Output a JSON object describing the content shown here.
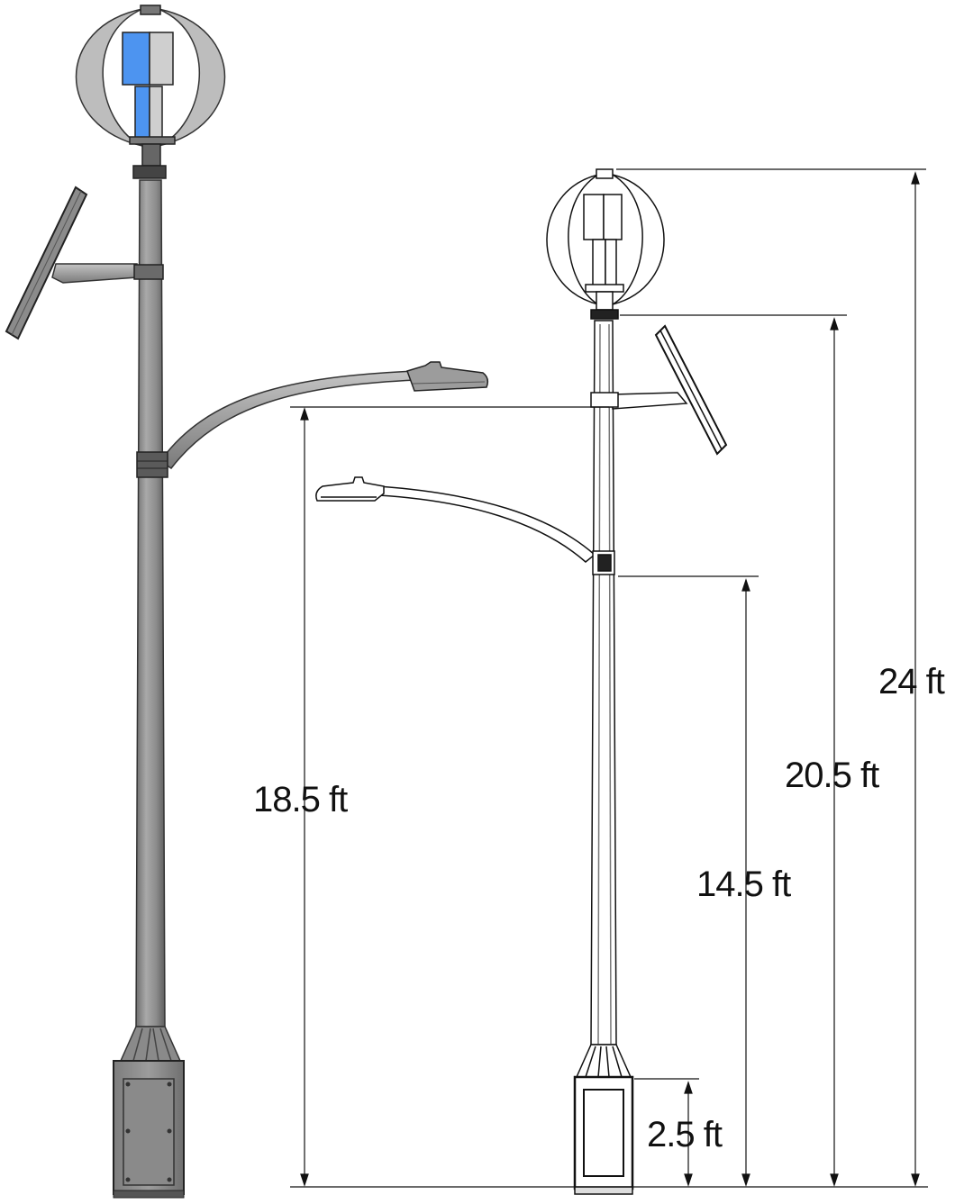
{
  "dimensions": {
    "lamp_height_label": "18.5 ft",
    "arm_mount_height_label": "14.5 ft",
    "turbine_base_height_label": "20.5 ft",
    "total_height_label": "24 ft",
    "base_box_height_label": "2.5 ft"
  },
  "colors": {
    "shaded_pole": "#8f8f8f",
    "shaded_pole_dark": "#5a5a5a",
    "turbine_blue": "#4d94f0",
    "line": "#111111",
    "paper": "#ffffff"
  }
}
